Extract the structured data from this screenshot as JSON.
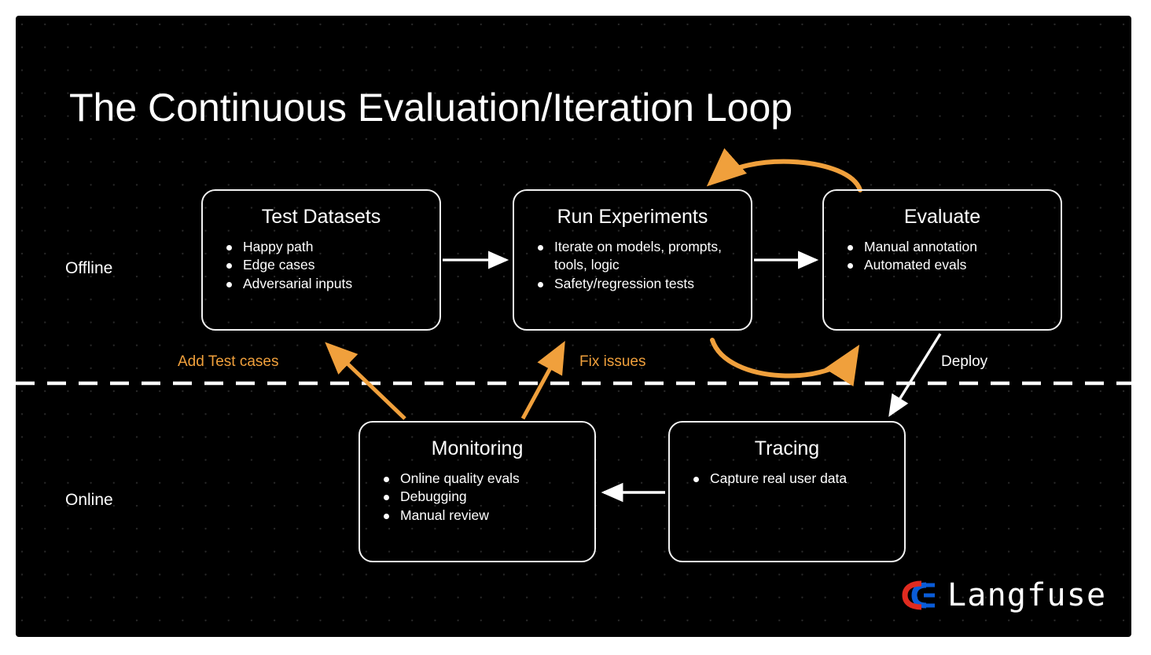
{
  "diagram": {
    "title": "The Continuous Evaluation/Iteration Loop",
    "background_color": "#000000",
    "accent_color": "#f0a03c",
    "stroke_color": "#f2f2f2",
    "lanes": [
      {
        "id": "offline",
        "label": "Offline"
      },
      {
        "id": "online",
        "label": "Online"
      }
    ],
    "nodes": [
      {
        "id": "test-datasets",
        "title": "Test Datasets",
        "items": [
          "Happy path",
          "Edge cases",
          "Adversarial inputs"
        ]
      },
      {
        "id": "run-experiments",
        "title": "Run Experiments",
        "items": [
          "Iterate on models, prompts, tools, logic",
          "Safety/regression tests"
        ]
      },
      {
        "id": "evaluate",
        "title": "Evaluate",
        "items": [
          "Manual annotation",
          "Automated evals"
        ]
      },
      {
        "id": "monitoring",
        "title": "Monitoring",
        "items": [
          "Online quality evals",
          "Debugging",
          "Manual review"
        ]
      },
      {
        "id": "tracing",
        "title": "Tracing",
        "items": [
          "Capture real user data"
        ]
      }
    ],
    "edge_labels": [
      {
        "id": "add-test-cases",
        "text": "Add Test cases",
        "color": "orange"
      },
      {
        "id": "fix-issues",
        "text": "Fix issues",
        "color": "orange"
      },
      {
        "id": "deploy",
        "text": "Deploy",
        "color": "white"
      }
    ]
  },
  "branding": {
    "name": "Langfuse",
    "mark_colors": {
      "red": "#e02b20",
      "blue": "#0a5cd8"
    }
  }
}
